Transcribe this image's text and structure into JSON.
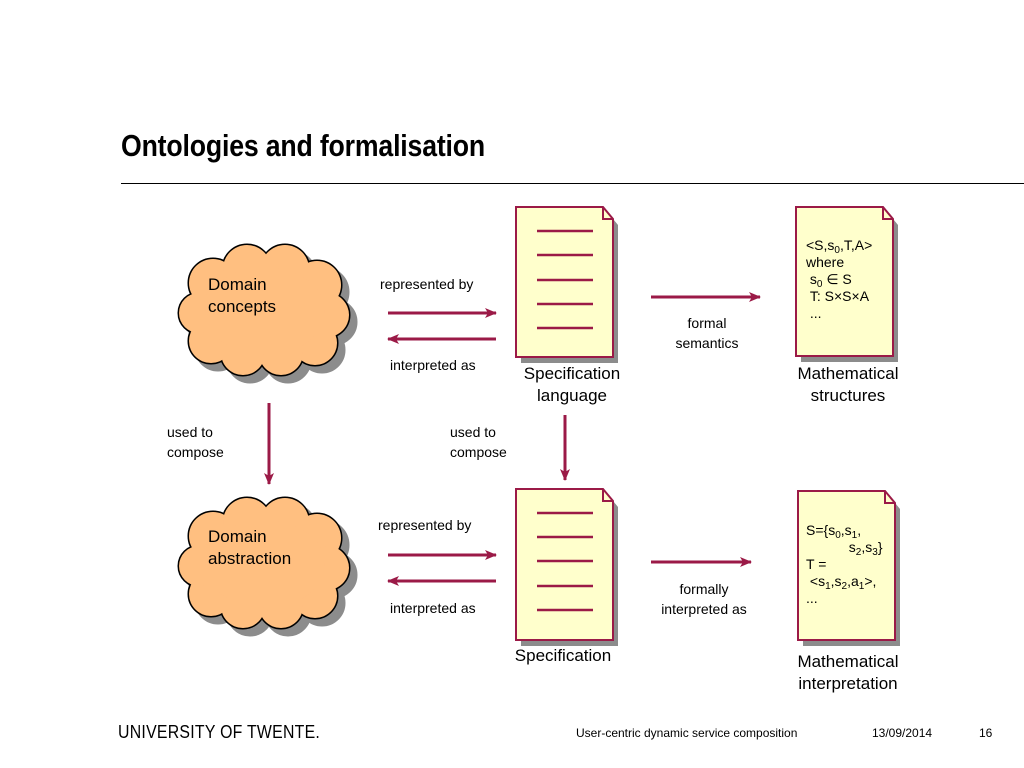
{
  "slide": {
    "title": "Ontologies and formalisation"
  },
  "diagram": {
    "cloud_top": "Domain\nconcepts",
    "cloud_bottom": "Domain\nabstraction",
    "represented_by_top": "represented by",
    "interpreted_as_top": "interpreted as",
    "represented_by_bottom": "represented by",
    "interpreted_as_bottom": "interpreted as",
    "used_to_compose_left": "used to\ncompose",
    "used_to_compose_mid": "used to\ncompose",
    "spec_language": "Specification\nlanguage",
    "specification": "Specification",
    "formal_semantics": "formal\nsemantics",
    "formally_interpreted_as": "formally\ninterpreted as",
    "math_structures": "Mathematical\nstructures",
    "math_interpretation": "Mathematical\ninterpretation",
    "colors": {
      "arrow": "#9b1a47",
      "cloud_fill": "#ffbf80",
      "doc_fill": "#ffffcc",
      "doc_border": "#9b1a47",
      "shadow": "#8c8c8c"
    }
  },
  "footer": {
    "university": "UNIVERSITY OF TWENTE.",
    "talk": "User-centric dynamic service composition",
    "date": "13/09/2014",
    "page": "16"
  }
}
